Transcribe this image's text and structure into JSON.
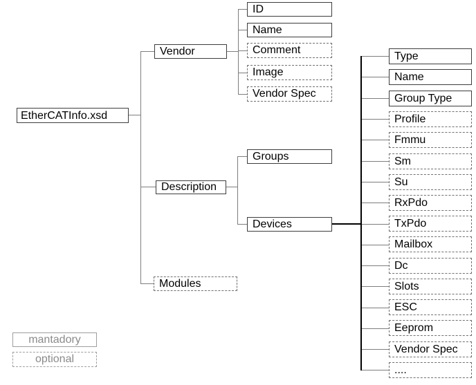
{
  "diagram": {
    "root": {
      "label": "EtherCATInfo.xsd"
    },
    "nodes": {
      "vendor": {
        "label": "Vendor",
        "optional": false
      },
      "description": {
        "label": "Description",
        "optional": false
      },
      "modules": {
        "label": "Modules",
        "optional": true
      }
    },
    "vendor_children": [
      {
        "label": "ID",
        "optional": false
      },
      {
        "label": "Name",
        "optional": false
      },
      {
        "label": "Comment",
        "optional": true
      },
      {
        "label": "Image",
        "optional": true
      },
      {
        "label": "Vendor Spec",
        "optional": true
      }
    ],
    "description_children": [
      {
        "label": "Groups",
        "optional": false
      },
      {
        "label": "Devices",
        "optional": false
      }
    ],
    "devices_children": [
      {
        "label": "Type",
        "optional": false
      },
      {
        "label": "Name",
        "optional": false
      },
      {
        "label": "Group Type",
        "optional": false
      },
      {
        "label": "Profile",
        "optional": true
      },
      {
        "label": "Fmmu",
        "optional": true
      },
      {
        "label": "Sm",
        "optional": true
      },
      {
        "label": "Su",
        "optional": true
      },
      {
        "label": "RxPdo",
        "optional": true
      },
      {
        "label": "TxPdo",
        "optional": true
      },
      {
        "label": "Mailbox",
        "optional": true
      },
      {
        "label": "Dc",
        "optional": true
      },
      {
        "label": "Slots",
        "optional": true
      },
      {
        "label": "ESC",
        "optional": true
      },
      {
        "label": "Eeprom",
        "optional": true
      },
      {
        "label": "Vendor Spec",
        "optional": true
      },
      {
        "label": "....",
        "optional": true
      }
    ],
    "legend": {
      "mandatory_label": "mantadory",
      "optional_label": "optional"
    },
    "colors": {
      "background": "#ffffff",
      "box_border": "#3c3c3c",
      "dashed_border": "#6f6f6f",
      "connector": "#7d7d7d",
      "strong_connector": "#000000",
      "legend_text": "#8b8b8b",
      "text": "#000000"
    }
  }
}
